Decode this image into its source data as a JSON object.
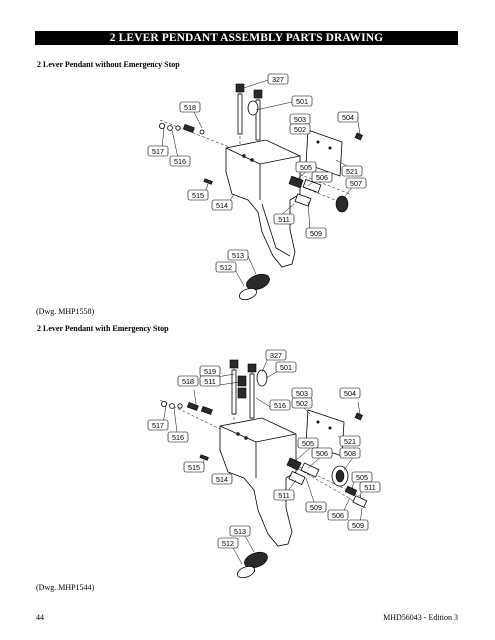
{
  "header": {
    "title": "2 LEVER PENDANT ASSEMBLY PARTS DRAWING"
  },
  "section1": {
    "title": "2 Lever Pendant without Emergency Stop",
    "dwg": "(Dwg. MHP1558)",
    "callouts": [
      "327",
      "501",
      "518",
      "503",
      "502",
      "504",
      "517",
      "516",
      "505",
      "506",
      "521",
      "507",
      "515",
      "514",
      "511",
      "509",
      "513",
      "512"
    ]
  },
  "section2": {
    "title": "2 Lever Pendant with Emergency Stop",
    "dwg": "(Dwg. MHP1544)",
    "callouts": [
      "327",
      "501",
      "519",
      "511",
      "518",
      "516",
      "503",
      "502",
      "504",
      "517",
      "516",
      "505",
      "506",
      "521",
      "508",
      "515",
      "514",
      "511",
      "509",
      "505",
      "511",
      "506",
      "509",
      "513",
      "512"
    ]
  },
  "footer": {
    "page": "44",
    "edition": "MHD56043 - Edition 3"
  }
}
